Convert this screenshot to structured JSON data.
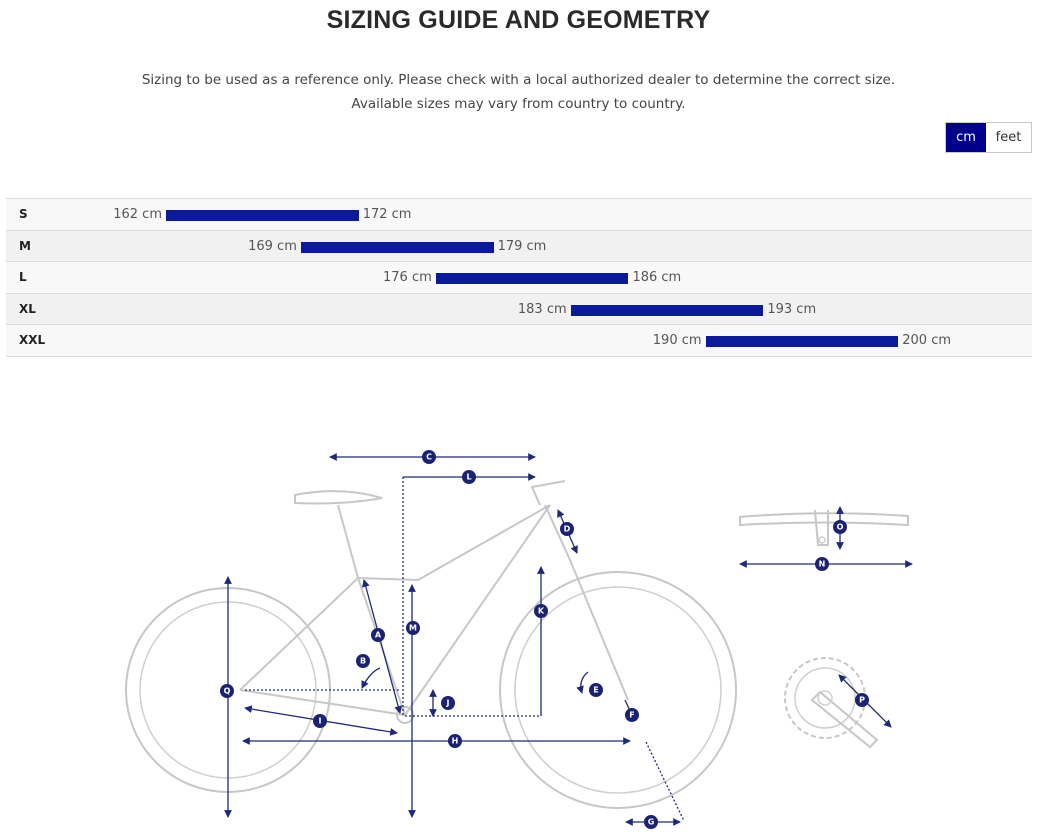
{
  "page": {
    "title": "SIZING GUIDE AND GEOMETRY",
    "disclaimer_line1": "Sizing to be used as a reference only. Please check with a local authorized dealer to determine the correct size.",
    "disclaimer_line2": "Available sizes may vary from country to country."
  },
  "unit_toggle": {
    "options": [
      {
        "label": "cm",
        "active": true
      },
      {
        "label": "feet",
        "active": false
      }
    ]
  },
  "colors": {
    "accent": "#00008b",
    "bar": "#0b1a9b",
    "badge": "#1a2272"
  },
  "size_chart": {
    "scale_min_cm": 162,
    "scale_max_cm": 200,
    "rows": [
      {
        "size": "S",
        "min": 162,
        "max": 172,
        "min_label": "162 cm",
        "max_label": "172 cm"
      },
      {
        "size": "M",
        "min": 169,
        "max": 179,
        "min_label": "169 cm",
        "max_label": "179 cm"
      },
      {
        "size": "L",
        "min": 176,
        "max": 186,
        "min_label": "176 cm",
        "max_label": "186 cm"
      },
      {
        "size": "XL",
        "min": 183,
        "max": 193,
        "min_label": "183 cm",
        "max_label": "193 cm"
      },
      {
        "size": "XXL",
        "min": 190,
        "max": 200,
        "min_label": "190 cm",
        "max_label": "200 cm"
      }
    ]
  },
  "geometry_labels": [
    "A",
    "B",
    "C",
    "D",
    "E",
    "F",
    "G",
    "H",
    "I",
    "J",
    "K",
    "L",
    "M",
    "N",
    "O",
    "P",
    "Q"
  ]
}
